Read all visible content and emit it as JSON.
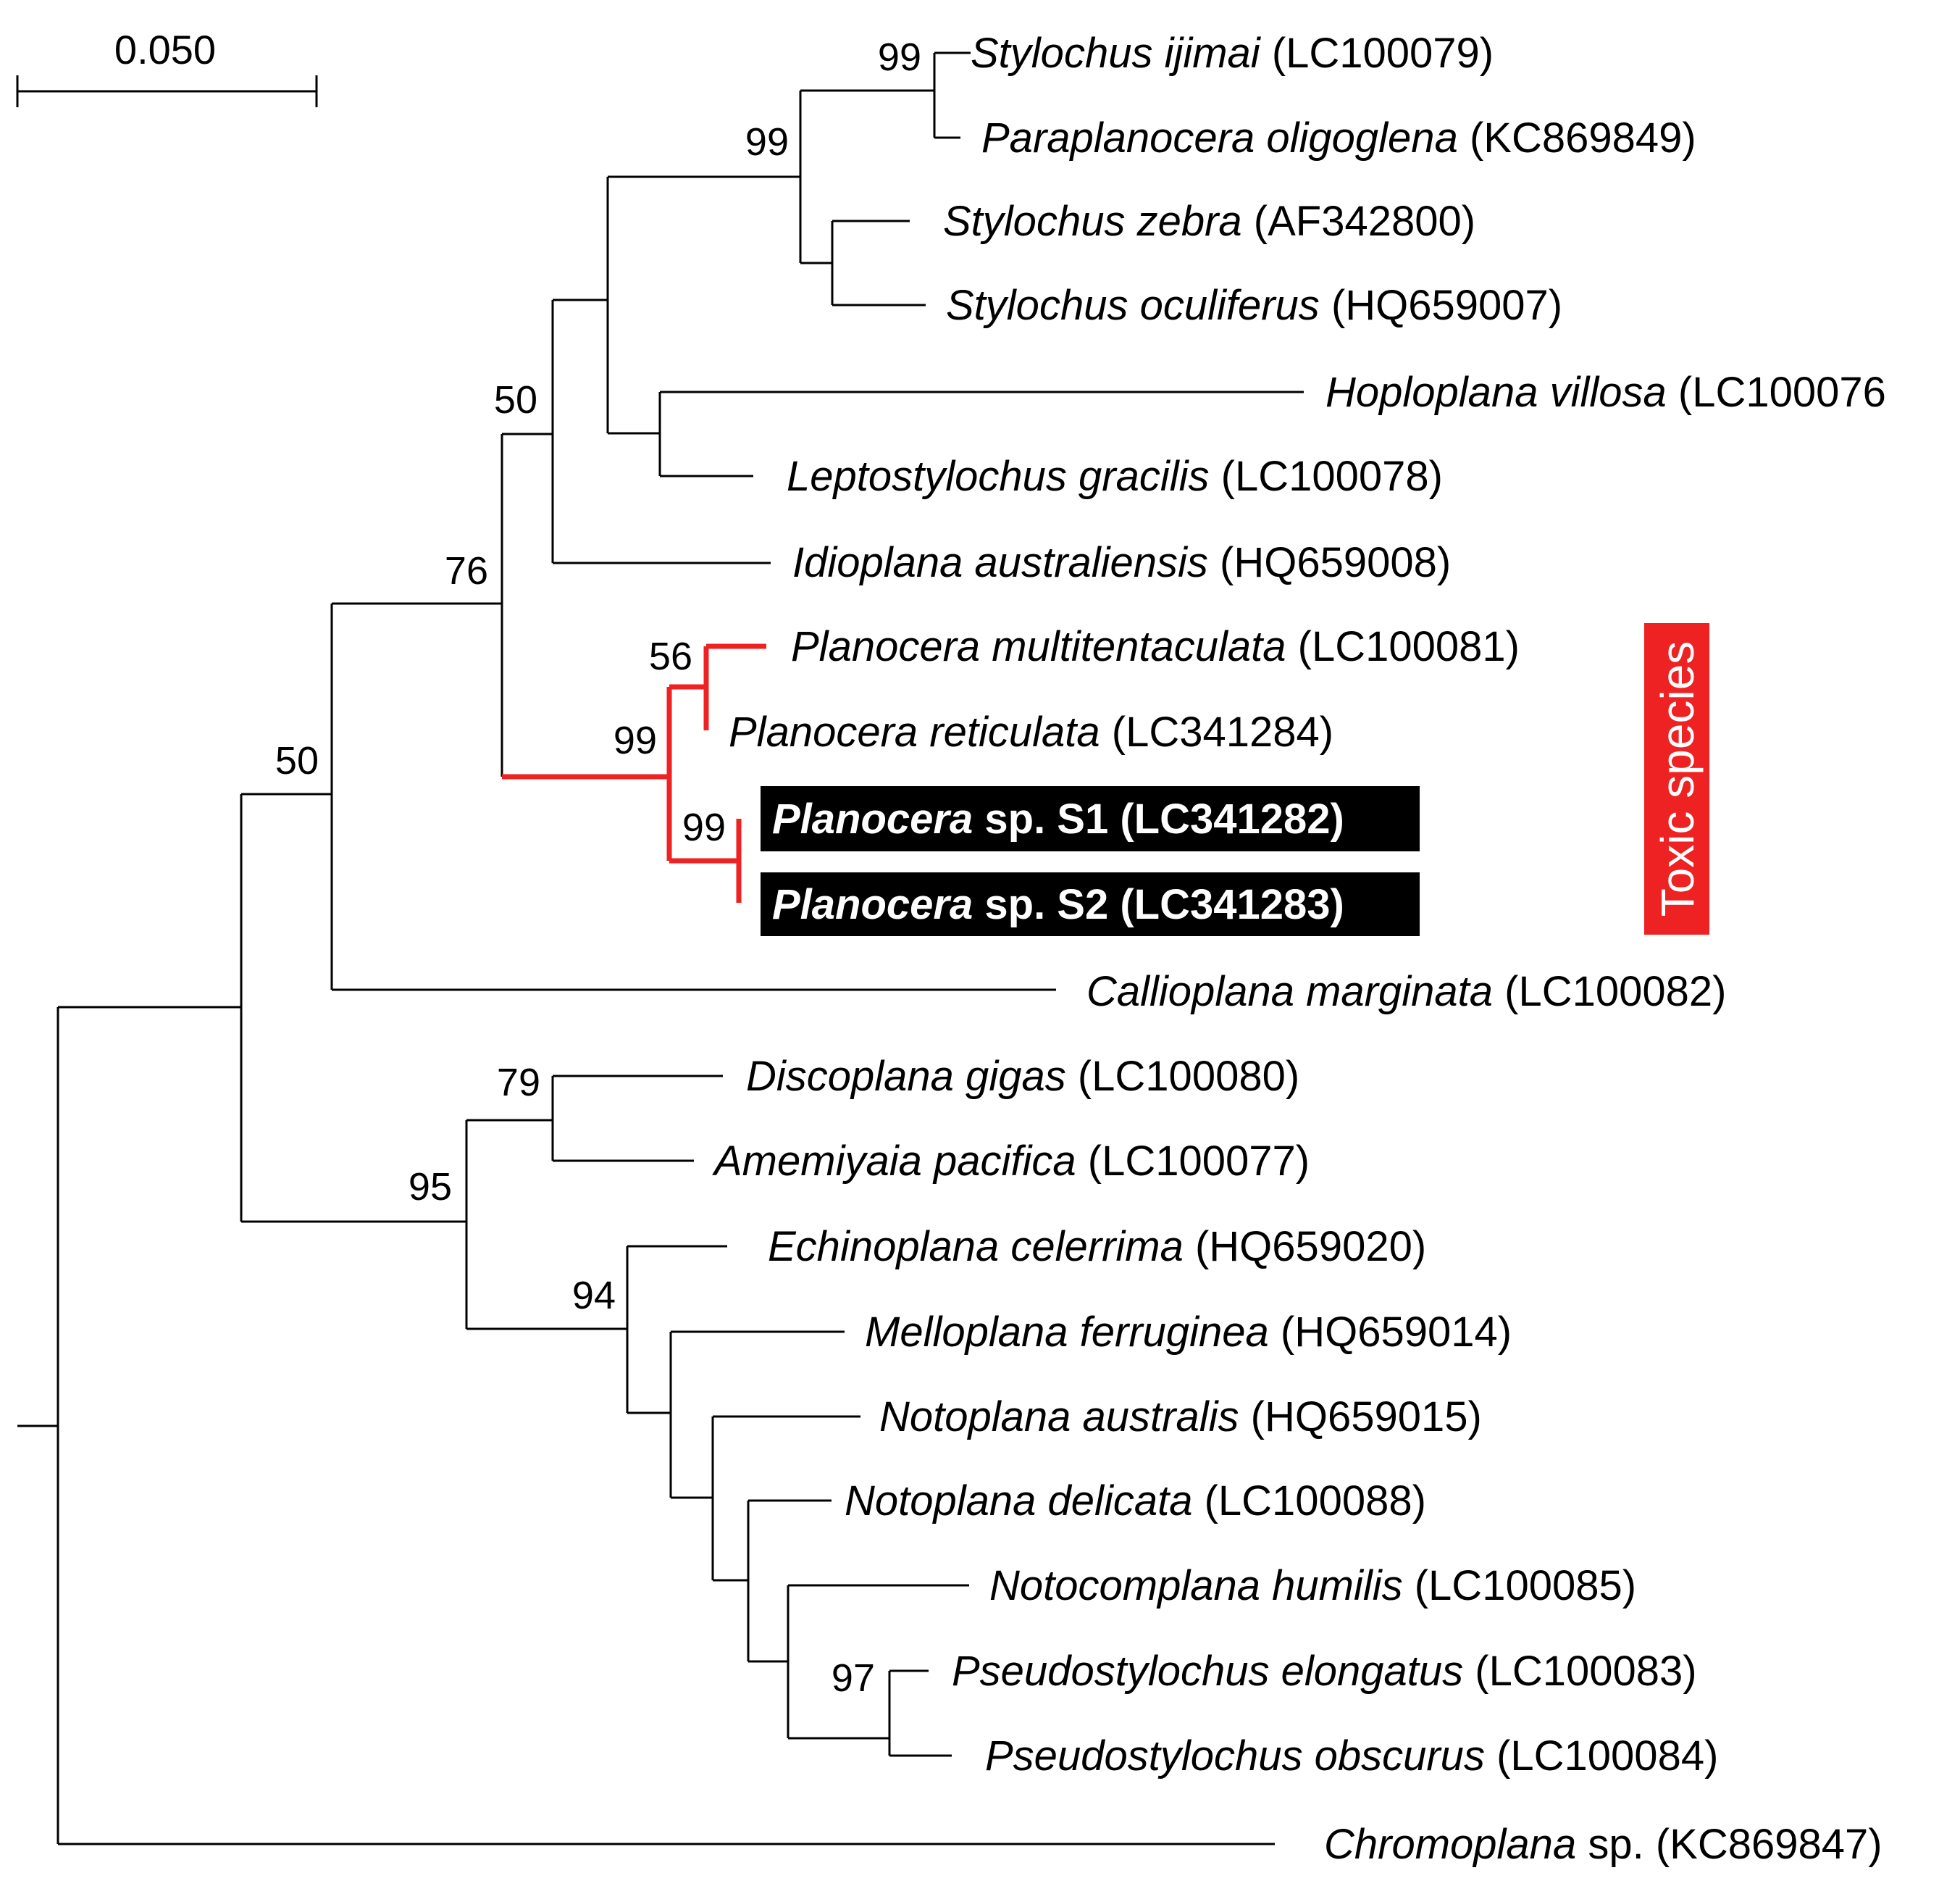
{
  "figure": {
    "type": "phylogenetic-tree",
    "scale_bar": {
      "label": "0.050",
      "value": 0.05
    },
    "line_color": "#000000",
    "highlight_color": "#ee2222",
    "annotation": {
      "label": "Toxic species",
      "color": "#ee2222"
    }
  },
  "taxa": [
    {
      "genus_species": "Stylochus ijimai",
      "accession": "(LC100079)"
    },
    {
      "genus_species": "Paraplanocera oligoglena",
      "accession": "(KC869849)"
    },
    {
      "genus_species": "Stylochus zebra",
      "accession": "(AF342800)"
    },
    {
      "genus_species": "Stylochus oculiferus",
      "accession": "(HQ659007)"
    },
    {
      "genus_species": "Hoploplana villosa",
      "accession": "(LC100076"
    },
    {
      "genus_species": "Leptostylochus gracilis",
      "accession": "(LC100078)"
    },
    {
      "genus_species": "Idioplana australiensis",
      "accession": "(HQ659008)"
    },
    {
      "genus_species": "Planocera multitentaculata",
      "accession": "(LC100081)"
    },
    {
      "genus_species": "Planocera reticulata",
      "accession": "(LC341284)"
    },
    {
      "genus_species": "Planocera",
      "accession": "sp. S1 (LC341282)"
    },
    {
      "genus_species": "Planocera",
      "accession": "sp. S2 (LC341283)"
    },
    {
      "genus_species": "Callioplana marginata",
      "accession": "(LC100082)"
    },
    {
      "genus_species": "Discoplana gigas",
      "accession": "(LC100080)"
    },
    {
      "genus_species": "Amemiyaia pacifica",
      "accession": "(LC100077)"
    },
    {
      "genus_species": "Echinoplana celerrima",
      "accession": "(HQ659020)"
    },
    {
      "genus_species": "Melloplana ferruginea",
      "accession": "(HQ659014)"
    },
    {
      "genus_species": "Notoplana australis",
      "accession": "(HQ659015)"
    },
    {
      "genus_species": "Notoplana delicata",
      "accession": "(LC100088)"
    },
    {
      "genus_species": "Notocomplana humilis",
      "accession": "(LC100085)"
    },
    {
      "genus_species": "Pseudostylochus elongatus",
      "accession": "(LC100083)"
    },
    {
      "genus_species": "Pseudostylochus obscurus",
      "accession": "(LC100084)"
    },
    {
      "genus_species": "Chromoplana",
      "accession": "sp. (KC869847)"
    }
  ],
  "bootstrap": [
    {
      "node": "ijimai-paraplanocera",
      "value": "99"
    },
    {
      "node": "stylochus-group",
      "value": "99"
    },
    {
      "node": "stylochoid-clade",
      "value": "50"
    },
    {
      "node": "main-clade",
      "value": "76"
    },
    {
      "node": "planocera-multi-reticulata",
      "value": "56"
    },
    {
      "node": "planocera-clade",
      "value": "99"
    },
    {
      "node": "planocera-s1-s2",
      "value": "99"
    },
    {
      "node": "upper-clade",
      "value": "50"
    },
    {
      "node": "discoplana-amemiyaia",
      "value": "79"
    },
    {
      "node": "lower-clade",
      "value": "95"
    },
    {
      "node": "notoplanid-clade",
      "value": "94"
    },
    {
      "node": "pseudostylochus",
      "value": "97"
    }
  ]
}
